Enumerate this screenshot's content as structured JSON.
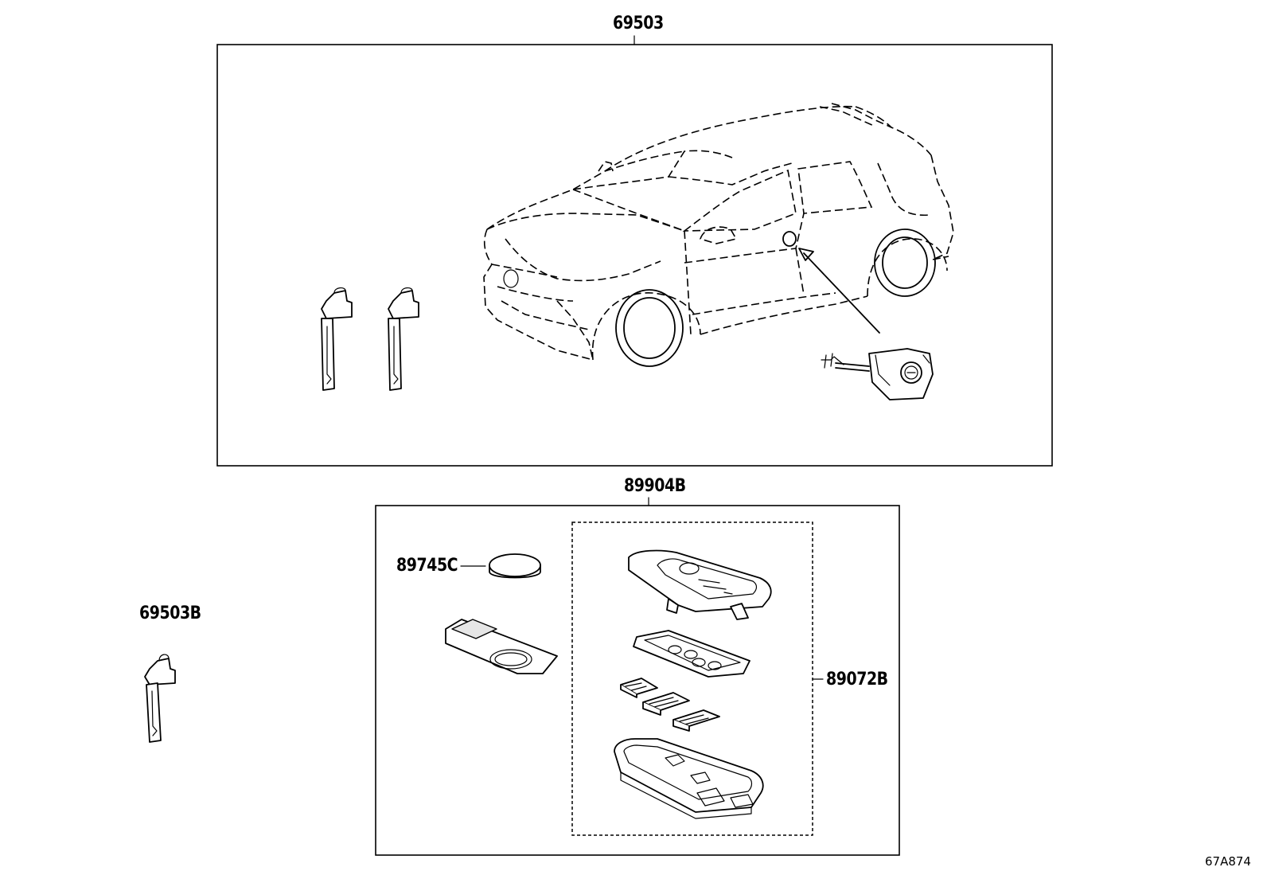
{
  "labels": {
    "kit_main": "69503",
    "lock_set": "89904B",
    "battery": "89745C",
    "transmitter_housing": "89072B",
    "spare_key": "69503B"
  },
  "figure_code": "67A874"
}
